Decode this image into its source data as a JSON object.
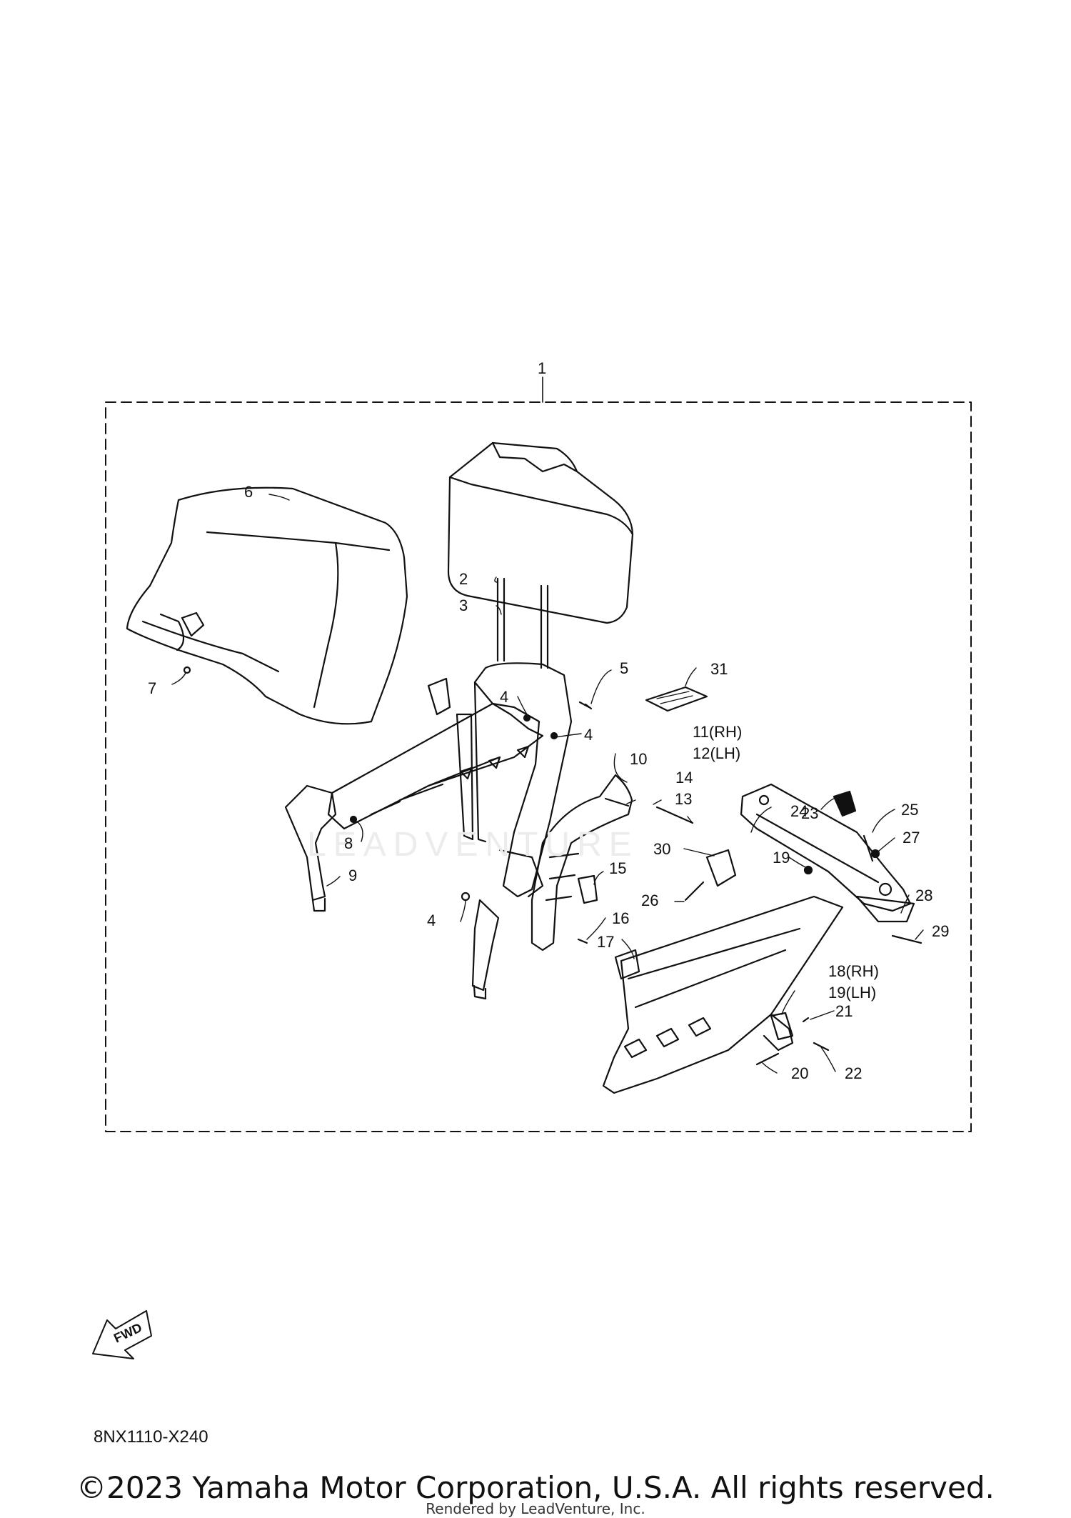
{
  "diagram": {
    "assembly_label": "1",
    "watermark": "LEADVENTURE",
    "fwd_label": "FWD",
    "diagram_code": "8NX1110-X240",
    "callouts": [
      {
        "id": "c2",
        "text": "2"
      },
      {
        "id": "c3",
        "text": "3"
      },
      {
        "id": "c4a",
        "text": "4"
      },
      {
        "id": "c4b",
        "text": "4"
      },
      {
        "id": "c4c",
        "text": "4"
      },
      {
        "id": "c5",
        "text": "5"
      },
      {
        "id": "c6",
        "text": "6"
      },
      {
        "id": "c7",
        "text": "7"
      },
      {
        "id": "c8",
        "text": "8"
      },
      {
        "id": "c9",
        "text": "9"
      },
      {
        "id": "c10",
        "text": "10"
      },
      {
        "id": "c11",
        "text": "11(RH)\n12(LH)"
      },
      {
        "id": "c13",
        "text": "13"
      },
      {
        "id": "c14",
        "text": "14"
      },
      {
        "id": "c15",
        "text": "15"
      },
      {
        "id": "c16",
        "text": "16"
      },
      {
        "id": "c17",
        "text": "17"
      },
      {
        "id": "c18",
        "text": "18(RH)\n19(LH)"
      },
      {
        "id": "c19",
        "text": "19"
      },
      {
        "id": "c20",
        "text": "20"
      },
      {
        "id": "c21",
        "text": "21"
      },
      {
        "id": "c22",
        "text": "22"
      },
      {
        "id": "c23",
        "text": "23"
      },
      {
        "id": "c24",
        "text": "24"
      },
      {
        "id": "c25",
        "text": "25"
      },
      {
        "id": "c26",
        "text": "26"
      },
      {
        "id": "c27",
        "text": "27"
      },
      {
        "id": "c28",
        "text": "28"
      },
      {
        "id": "c29",
        "text": "29"
      },
      {
        "id": "c30",
        "text": "30"
      },
      {
        "id": "c31",
        "text": "31"
      }
    ]
  },
  "footer": {
    "copyright": "©2023 Yamaha Motor Corporation, U.S.A. All rights reserved.",
    "rendered_by": "Rendered by LeadVenture, Inc."
  }
}
